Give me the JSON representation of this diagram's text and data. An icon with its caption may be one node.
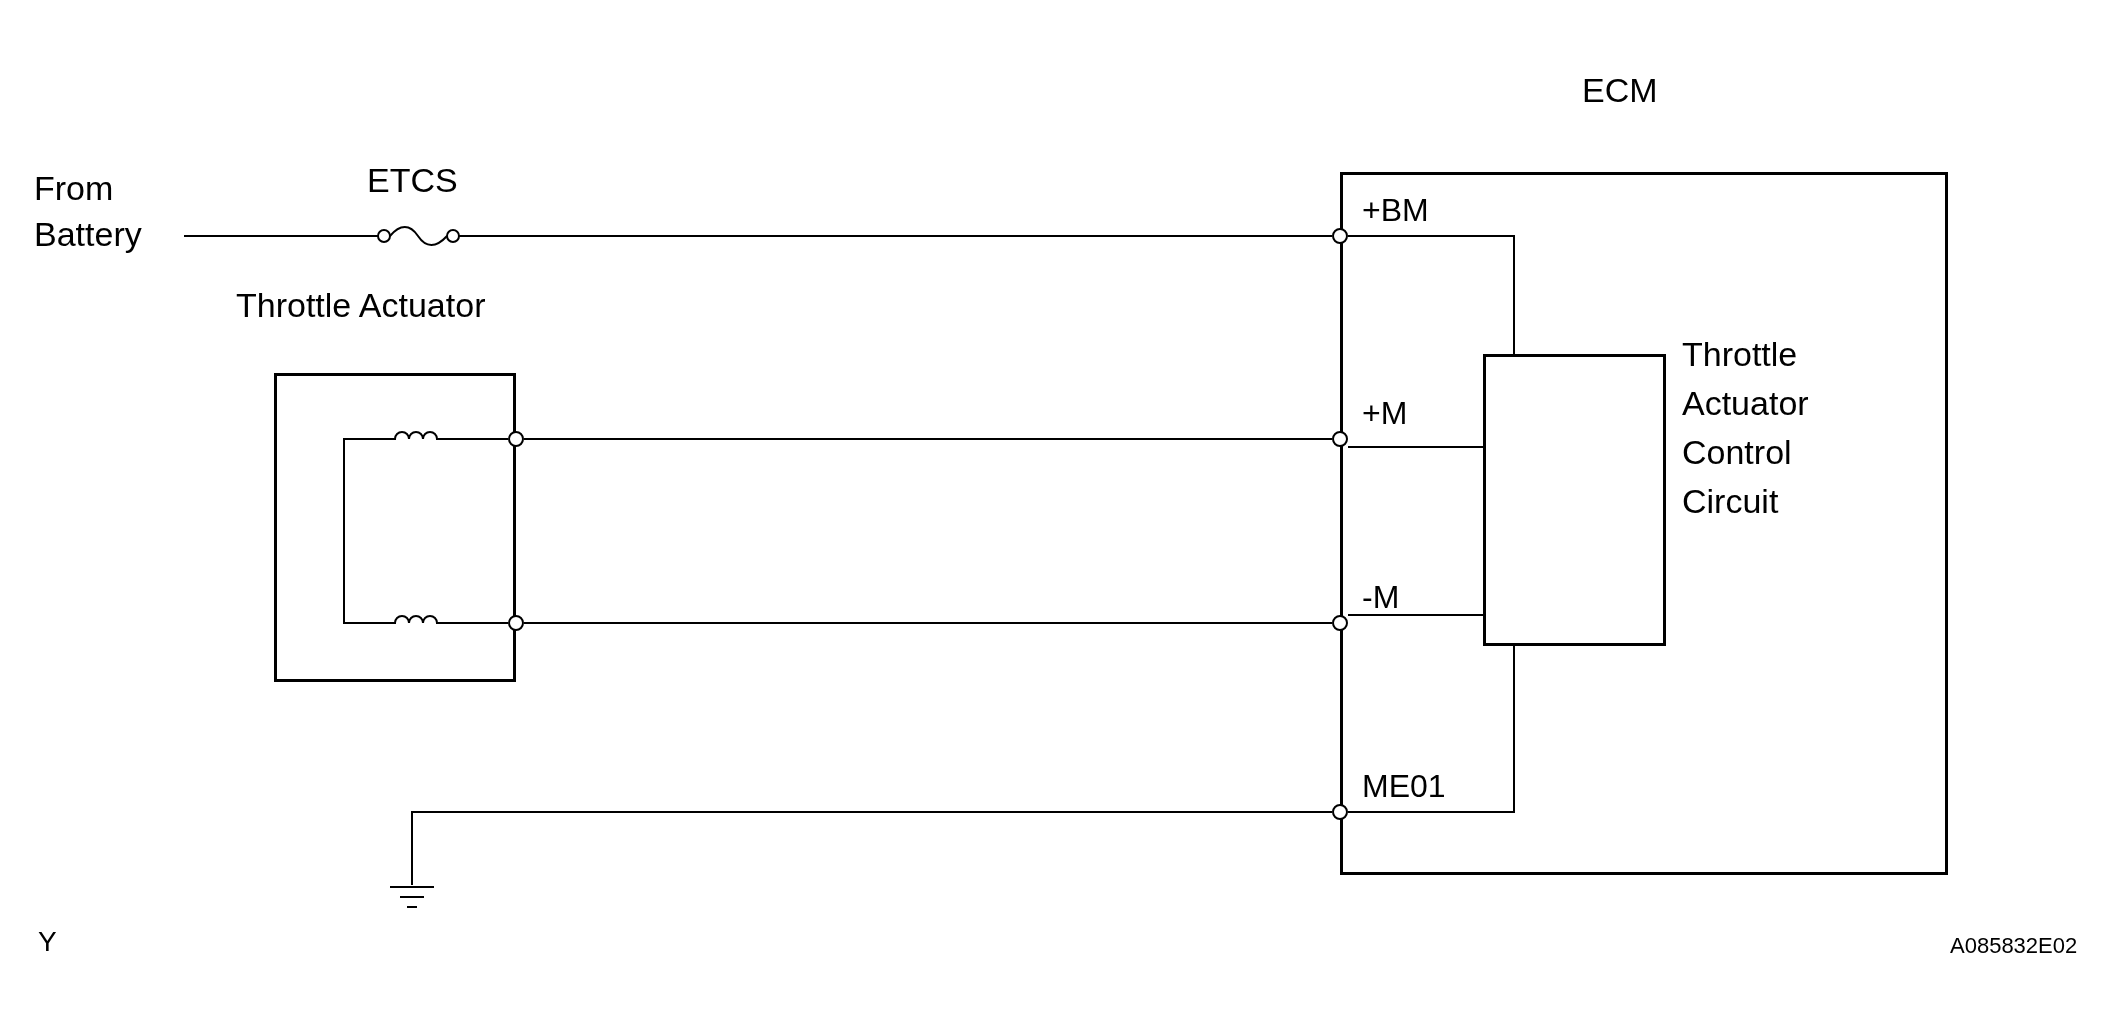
{
  "diagram": {
    "nodes": [
      {
        "text": [
          "From Battery"
        ]
      },
      {
        "text": [],
        "shape": "fuse",
        "beside": [
          "ETCS"
        ]
      },
      {
        "text": [
          "Throttle Actuator"
        ]
      },
      {
        "text": [],
        "shape": "coil",
        "in": 2
      },
      {
        "text": [],
        "shape": "circle",
        "in": 2
      },
      {
        "text": [],
        "shape": "coil",
        "in": 2
      },
      {
        "text": [],
        "shape": "circle",
        "in": 2
      },
      {
        "text": [
          "ECM"
        ]
      },
      {
        "text": [
          "+BM"
        ],
        "in": 7
      },
      {
        "text": [
          "Throttle Actuator Control Circuit"
        ],
        "in": 7
      },
      {
        "text": [
          "+M"
        ],
        "in": 7
      },
      {
        "text": [
          "-M"
        ],
        "in": 7
      },
      {
        "text": [
          "ME01"
        ],
        "in": 7
      },
      {
        "text": [],
        "shape": "ground"
      }
    ],
    "edges": [
      {
        "from": 0,
        "to": 1,
        "arrow": "none"
      },
      {
        "from": 1,
        "to": 8,
        "arrow": "none"
      },
      {
        "from": 8,
        "to": 9,
        "arrow": "none"
      },
      {
        "from": 3,
        "to": 5,
        "arrow": "none"
      },
      {
        "from": 3,
        "to": 4,
        "arrow": "none"
      },
      {
        "from": 5,
        "to": 6,
        "arrow": "none"
      },
      {
        "from": 4,
        "to": 10,
        "arrow": "none"
      },
      {
        "from": 6,
        "to": 11,
        "arrow": "none"
      },
      {
        "from": 10,
        "to": 9,
        "arrow": "none"
      },
      {
        "from": 11,
        "to": 9,
        "arrow": "none"
      },
      {
        "from": 9,
        "to": 12,
        "arrow": "none"
      },
      {
        "from": 12,
        "to": 13,
        "arrow": "none"
      }
    ],
    "labels": [
      "Y",
      "A085832E02"
    ]
  }
}
